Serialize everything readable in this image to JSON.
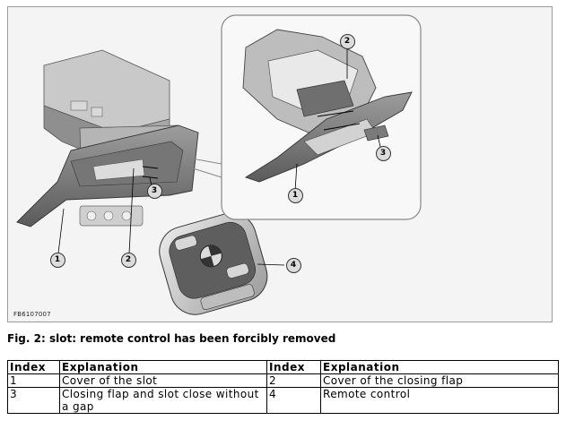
{
  "figure": {
    "image_id": "FB6107007",
    "callouts": [
      {
        "id": "callout-1-main",
        "label": "1"
      },
      {
        "id": "callout-2-main",
        "label": "2"
      },
      {
        "id": "callout-3-main",
        "label": "3"
      },
      {
        "id": "callout-4-main",
        "label": "4"
      },
      {
        "id": "callout-1-detail",
        "label": "1"
      },
      {
        "id": "callout-2-detail",
        "label": "2"
      },
      {
        "id": "callout-3-detail",
        "label": "3"
      }
    ]
  },
  "caption": "Fig. 2: slot: remote control has been forcibly removed",
  "table": {
    "headers": [
      "Index",
      "Explanation",
      "Index",
      "Explanation"
    ],
    "rows": [
      [
        "1",
        "Cover of the slot",
        "2",
        "Cover of the closing flap"
      ],
      [
        "3",
        "Closing flap and slot close without a gap",
        "4",
        "Remote control"
      ]
    ]
  }
}
